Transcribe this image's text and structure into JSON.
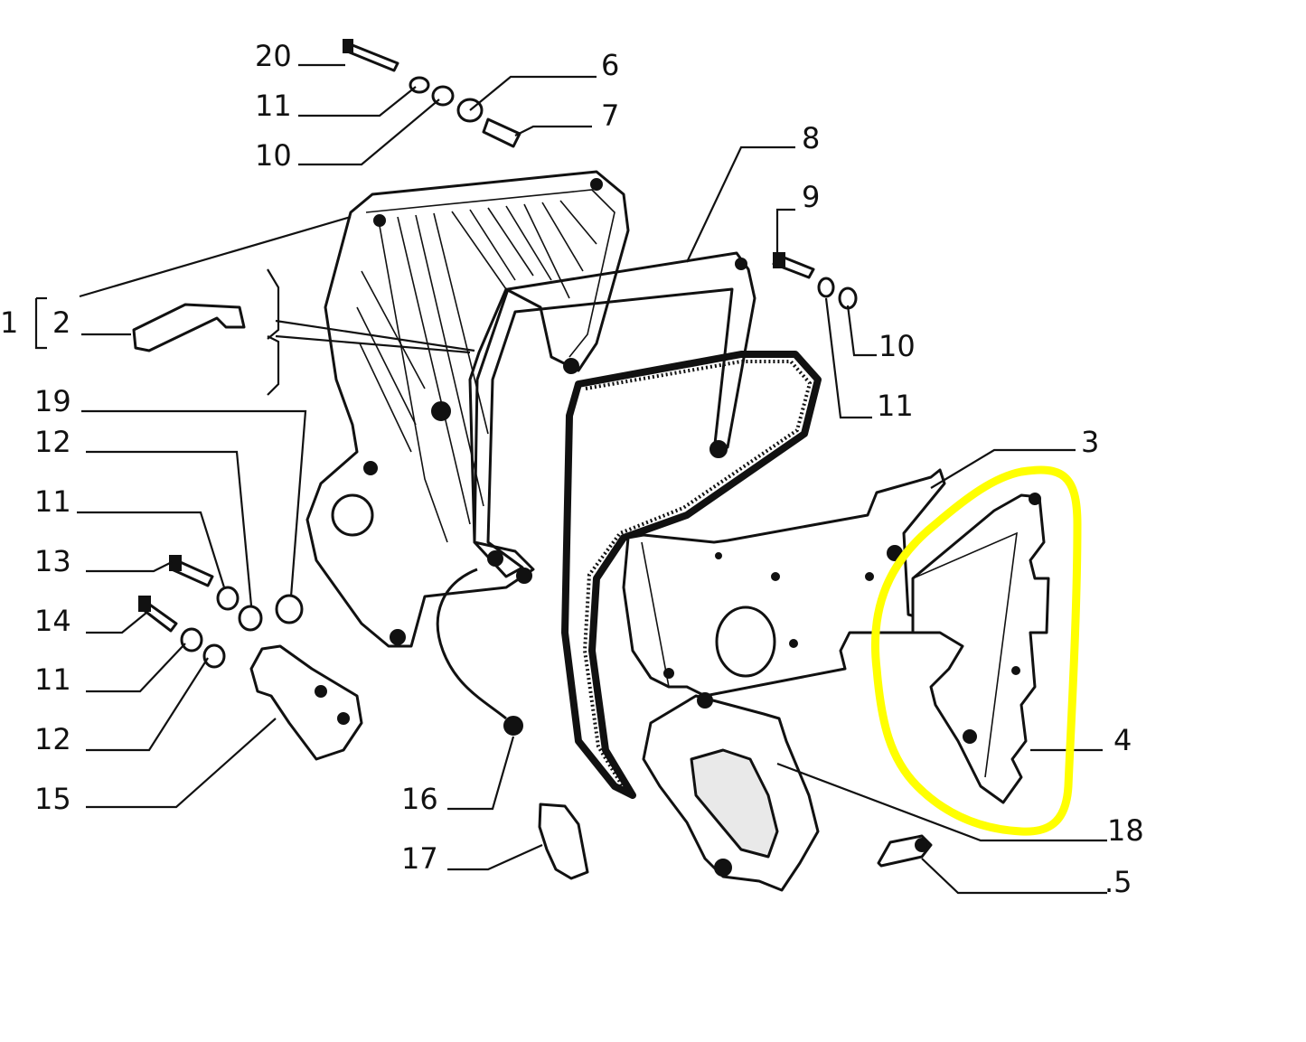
{
  "labels": {
    "l1": "1",
    "l2": "2",
    "l3": "3",
    "l4": "4",
    "l5": ".5",
    "l6": "6",
    "l7": "7",
    "l8": "8",
    "l9": "9",
    "l10a": "10",
    "l10b": "10",
    "l11a": "11",
    "l11b": "11",
    "l11c": "11",
    "l11d": "11",
    "l12a": "12",
    "l12b": "12",
    "l13": "13",
    "l14": "14",
    "l15": "15",
    "l16": "16",
    "l17": "17",
    "l18": "18",
    "l19": "19",
    "l20": "20"
  },
  "colors": {
    "highlight": "#ffff00",
    "line": "#111111",
    "background": "#ffffff"
  }
}
